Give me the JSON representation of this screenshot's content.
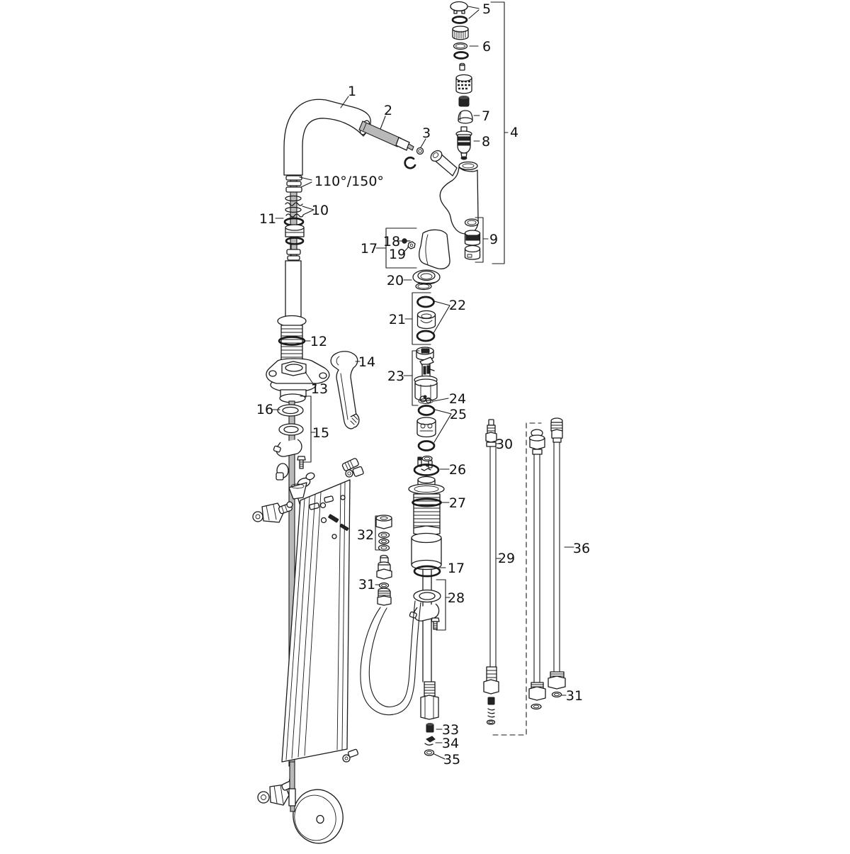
{
  "figure": {
    "kind": "exploded-parts-diagram",
    "colors": {
      "line": "#1a1a1a",
      "metal_gray": "#b9b9b9",
      "dark_part": "#242424",
      "background": "#ffffff"
    }
  },
  "labels": {
    "l1": {
      "text": "1"
    },
    "l2": {
      "text": "2"
    },
    "l3": {
      "text": "3"
    },
    "l4": {
      "text": "4"
    },
    "l5": {
      "text": "5"
    },
    "l6": {
      "text": "6"
    },
    "l7": {
      "text": "7"
    },
    "l8": {
      "text": "8"
    },
    "l9": {
      "text": "9"
    },
    "l10": {
      "text": "10"
    },
    "l11": {
      "text": "11"
    },
    "l12": {
      "text": "12"
    },
    "l13": {
      "text": "13"
    },
    "l14": {
      "text": "14"
    },
    "l15": {
      "text": "15"
    },
    "l16": {
      "text": "16"
    },
    "l17a": {
      "text": "17"
    },
    "l17b": {
      "text": "17"
    },
    "l18": {
      "text": "18"
    },
    "l19": {
      "text": "19"
    },
    "l20": {
      "text": "20"
    },
    "l21": {
      "text": "21"
    },
    "l22": {
      "text": "22"
    },
    "l23": {
      "text": "23"
    },
    "l24": {
      "text": "24"
    },
    "l25": {
      "text": "25"
    },
    "l26": {
      "text": "26"
    },
    "l27": {
      "text": "27"
    },
    "l28": {
      "text": "28"
    },
    "l29": {
      "text": "29"
    },
    "l30": {
      "text": "30"
    },
    "l31a": {
      "text": "31"
    },
    "l31b": {
      "text": "31"
    },
    "l32": {
      "text": "32"
    },
    "l33": {
      "text": "33"
    },
    "l34": {
      "text": "34"
    },
    "l35": {
      "text": "35"
    },
    "l36": {
      "text": "36"
    },
    "angle": {
      "text": "110°/150°"
    }
  }
}
